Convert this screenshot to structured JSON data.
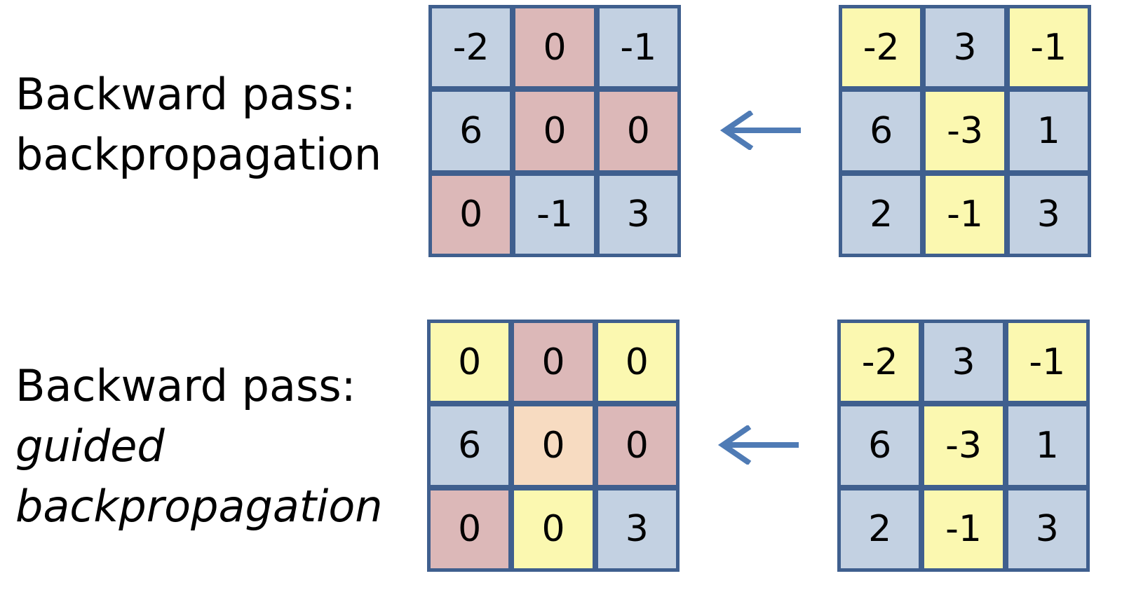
{
  "colors": {
    "grid_border": "#3f5f8e",
    "blue": "#c3d1e2",
    "red": "#dcb8b8",
    "yellow": "#fbf8b0",
    "peach": "#f7dbc1",
    "arrow": "#4f7bb5"
  },
  "labels": {
    "top": {
      "line1": "Backward pass:",
      "line2": "backpropagation"
    },
    "bottom": {
      "line1": "Backward pass:",
      "line2": "guided",
      "line3": "backpropagation"
    }
  },
  "grids": {
    "top_left": [
      {
        "value": "-2",
        "color": "blue"
      },
      {
        "value": "0",
        "color": "red"
      },
      {
        "value": "-1",
        "color": "blue"
      },
      {
        "value": "6",
        "color": "blue"
      },
      {
        "value": "0",
        "color": "red"
      },
      {
        "value": "0",
        "color": "red"
      },
      {
        "value": "0",
        "color": "red"
      },
      {
        "value": "-1",
        "color": "blue"
      },
      {
        "value": "3",
        "color": "blue"
      }
    ],
    "top_right": [
      {
        "value": "-2",
        "color": "yellow"
      },
      {
        "value": "3",
        "color": "blue"
      },
      {
        "value": "-1",
        "color": "yellow"
      },
      {
        "value": "6",
        "color": "blue"
      },
      {
        "value": "-3",
        "color": "yellow"
      },
      {
        "value": "1",
        "color": "blue"
      },
      {
        "value": "2",
        "color": "blue"
      },
      {
        "value": "-1",
        "color": "yellow"
      },
      {
        "value": "3",
        "color": "blue"
      }
    ],
    "bottom_left": [
      {
        "value": "0",
        "color": "yellow"
      },
      {
        "value": "0",
        "color": "red"
      },
      {
        "value": "0",
        "color": "yellow"
      },
      {
        "value": "6",
        "color": "blue"
      },
      {
        "value": "0",
        "color": "peach"
      },
      {
        "value": "0",
        "color": "red"
      },
      {
        "value": "0",
        "color": "red"
      },
      {
        "value": "0",
        "color": "yellow"
      },
      {
        "value": "3",
        "color": "blue"
      }
    ],
    "bottom_right": [
      {
        "value": "-2",
        "color": "yellow"
      },
      {
        "value": "3",
        "color": "blue"
      },
      {
        "value": "-1",
        "color": "yellow"
      },
      {
        "value": "6",
        "color": "blue"
      },
      {
        "value": "-3",
        "color": "yellow"
      },
      {
        "value": "1",
        "color": "blue"
      },
      {
        "value": "2",
        "color": "blue"
      },
      {
        "value": "-1",
        "color": "yellow"
      },
      {
        "value": "3",
        "color": "blue"
      }
    ]
  },
  "arrows": {
    "top": {
      "direction": "left",
      "icon": "arrow-left-icon"
    },
    "bottom": {
      "direction": "left",
      "icon": "arrow-left-icon"
    }
  }
}
